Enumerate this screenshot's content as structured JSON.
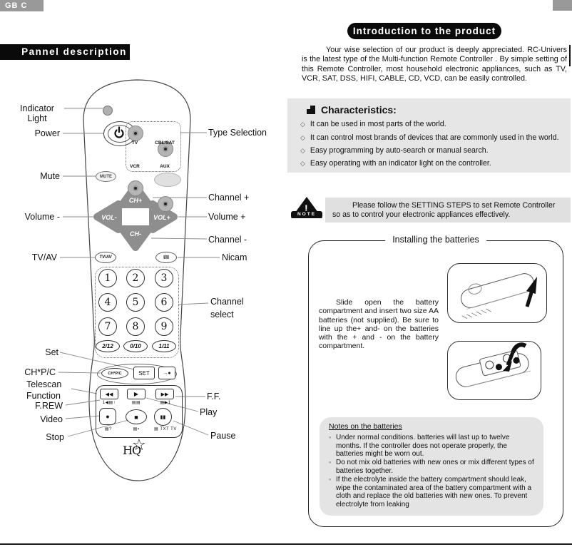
{
  "page": {
    "header_tab": "GB C",
    "panel_title": "Pannel description",
    "intro_title": "Introduction to the product",
    "intro_text": "Your wise selection of our product is deeply appreciated. RC-Univers is the latest type of the Multi-function Remote Controller . By simple setting of this Remote Controller, most household electronic appliances, such as TV, VCR, SAT, DSS, HIFI, CABLE, CD, VCD, can be easily controlled."
  },
  "characteristics": {
    "title": "Characteristics:",
    "bullet": "◇",
    "items": [
      "It can be used in most parts of the world.",
      "It can control most brands of devices that are commonly used in the world.",
      "Easy programming by auto-search or manual search.",
      "Easy operating with an indicator light on the controller."
    ]
  },
  "note": {
    "label": "NOTE",
    "bang": "!",
    "text": "Please follow the SETTING STEPS to set Remote Controller so as to control your electronic appliances effectively."
  },
  "batteries": {
    "title": "Installing the batteries",
    "instruction": "Slide open the battery compartment and insert two size  AA batteries (not supplied). Be sure to line up the+ and- on the batteries with the + and - on  the battery compartment.",
    "notes_title": "Notes on the batteries",
    "notes_bullet": "◦",
    "notes": [
      "Under normal conditions. batteries will last up to twelve months. If  the controller does not operate properly,  the batteries might be worn out.",
      "Do not mix old batteries with new ones or mix different types of batteries together.",
      "If the  electrolyte  inside the battery compartment  should  leak, wipe the  contaminated  area of the battery compartment  with a cloth and replace the old batteries with new ones. To prevent electrolyte from leaking"
    ]
  },
  "remote": {
    "callouts_left": [
      "Indicator Light",
      "Power",
      "Mute",
      "Volume -",
      "TV/AV",
      "Set",
      "CH*P/C",
      "Telescan Function",
      "F.REW",
      "Video",
      "Stop"
    ],
    "callouts_right": [
      "Type Selection",
      "Channel +",
      "Volume +",
      "Channel -",
      "Nicam",
      "Channel select",
      "F.F.",
      "Play",
      "Pause"
    ],
    "type_group": [
      "TV",
      "CBL/SAT",
      "VCR",
      "AUX"
    ],
    "mute": "MUTE",
    "ch_plus": "CH+",
    "vol_minus": "VOL-",
    "vol_plus": "VOL+",
    "ch_minus": "CH-",
    "tv_av": "TV/AV",
    "nicam_btn": "I/II",
    "digits": [
      "1",
      "2",
      "3",
      "4",
      "5",
      "6",
      "7",
      "8",
      "9"
    ],
    "lower_digits": [
      "2/12",
      "0/10",
      "1/11"
    ],
    "chpc": "CH*P/C",
    "set": "SET",
    "skip": "→●",
    "rew": "◀◀",
    "play": "▶",
    "ff": "▶▶",
    "icons_mid": [
      "1◀▤↑",
      "▤▤",
      "▤▶1"
    ],
    "rec": "●",
    "stop": "■",
    "pause": "▮▮",
    "icons_bottom": [
      "▤?",
      "▤▪",
      "▤ TXT TV"
    ],
    "logo": "HQ",
    "logo_star": "☆"
  }
}
